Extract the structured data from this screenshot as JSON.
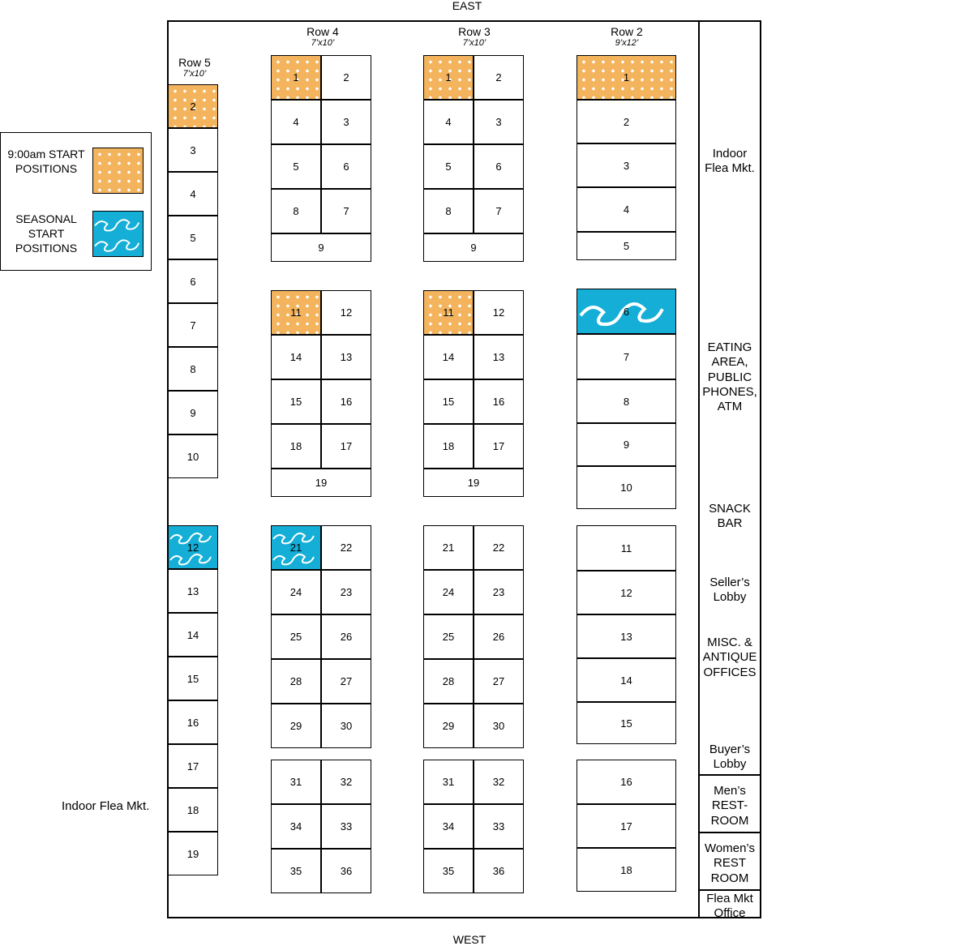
{
  "compass": {
    "east": "EAST",
    "west": "WEST"
  },
  "legend": {
    "early_label": "9:00am START POSITIONS",
    "seasonal_label": "SEASONAL START POSITIONS",
    "early_color": "#f4b45d",
    "seasonal_color": "#14aed6"
  },
  "rows": {
    "row5": {
      "name": "Row 5",
      "size": "7’x10’"
    },
    "row4": {
      "name": "Row 4",
      "size": "7’x10’"
    },
    "row3": {
      "name": "Row 3",
      "size": "7’x10’"
    },
    "row2": {
      "name": "Row 2",
      "size": "9’x12’"
    }
  },
  "stall_numbers": {
    "row5": [
      "2",
      "3",
      "4",
      "5",
      "6",
      "7",
      "8",
      "9",
      "10",
      "12",
      "13",
      "14",
      "15",
      "16",
      "17",
      "18",
      "19"
    ],
    "row4": {
      "b1": [
        [
          "1",
          "2"
        ],
        [
          "4",
          "3"
        ],
        [
          "5",
          "6"
        ],
        [
          "8",
          "7"
        ],
        [
          "9"
        ]
      ],
      "b2": [
        [
          "11",
          "12"
        ],
        [
          "14",
          "13"
        ],
        [
          "15",
          "16"
        ],
        [
          "18",
          "17"
        ],
        [
          "19"
        ]
      ],
      "b3": [
        [
          "21",
          "22"
        ],
        [
          "24",
          "23"
        ],
        [
          "25",
          "26"
        ],
        [
          "28",
          "27"
        ],
        [
          "29",
          "30"
        ]
      ],
      "b4": [
        [
          "31",
          "32"
        ],
        [
          "34",
          "33"
        ],
        [
          "35",
          "36"
        ]
      ]
    },
    "row3": {
      "b1": [
        [
          "1",
          "2"
        ],
        [
          "4",
          "3"
        ],
        [
          "5",
          "6"
        ],
        [
          "8",
          "7"
        ],
        [
          "9"
        ]
      ],
      "b2": [
        [
          "11",
          "12"
        ],
        [
          "14",
          "13"
        ],
        [
          "15",
          "16"
        ],
        [
          "18",
          "17"
        ],
        [
          "19"
        ]
      ],
      "b3": [
        [
          "21",
          "22"
        ],
        [
          "24",
          "23"
        ],
        [
          "25",
          "26"
        ],
        [
          "28",
          "27"
        ],
        [
          "29",
          "30"
        ]
      ],
      "b4": [
        [
          "31",
          "32"
        ],
        [
          "34",
          "33"
        ],
        [
          "35",
          "36"
        ]
      ]
    },
    "row2": {
      "b1": [
        "1",
        "2",
        "3",
        "4",
        "5"
      ],
      "b2": [
        "6",
        "7",
        "8",
        "9",
        "10"
      ],
      "b3": [
        "11",
        "12",
        "13",
        "14",
        "15"
      ],
      "b4": [
        "16",
        "17",
        "18"
      ]
    }
  },
  "early_start_stalls": {
    "row5": [
      "2"
    ],
    "row4": [
      "1",
      "11"
    ],
    "row3": [
      "1",
      "11"
    ],
    "row2": [
      "1"
    ]
  },
  "seasonal_start_stalls": {
    "row5": [
      "12"
    ],
    "row4": [
      "21"
    ],
    "row2": [
      "6"
    ]
  },
  "side_areas": {
    "indoor_flea": "Indoor Flea Mkt.",
    "eating": "EATING AREA, PUBLIC PHONES, ATM",
    "snack": "SNACK BAR",
    "sellers": "Seller’s Lobby",
    "misc": "MISC. & ANTIQUE OFFICES",
    "buyers": "Buyer’s Lobby",
    "mens": "Men’s REST-ROOM",
    "womens": "Women’s REST ROOM",
    "office": "Flea Mkt Office"
  },
  "left_label": "Indoor Flea Mkt."
}
